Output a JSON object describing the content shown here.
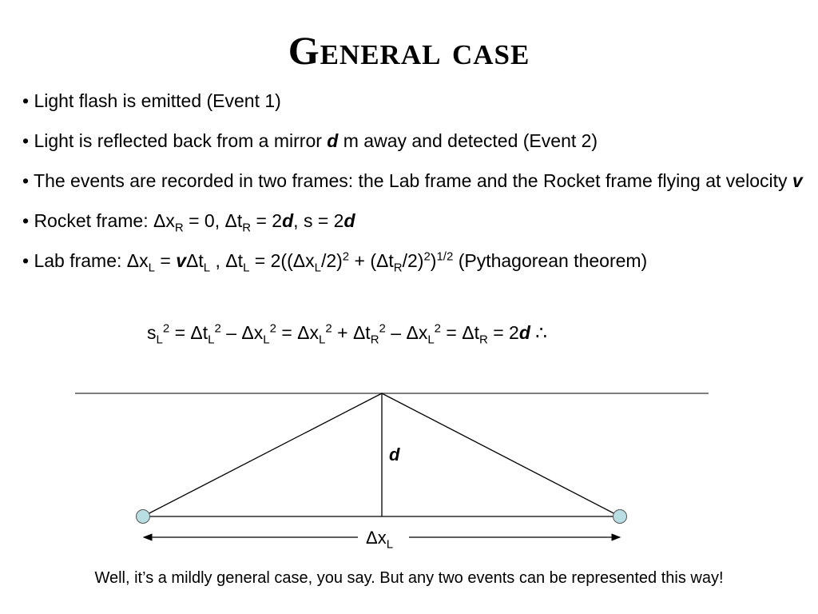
{
  "title": "General case",
  "bullets": {
    "b1": "• Light flash is emitted (Event 1)",
    "b2_a": "• Light is reflected back from a mirror ",
    "b2_d": "d",
    "b2_b": " m away and detected (Event 2)",
    "b3_a": "• The events are recorded in two frames: the Lab frame and the Rocket frame flying at velocity ",
    "b3_v": "v",
    "b4": {
      "prefix": "• Rocket frame: Δx",
      "sub1": "R",
      "mid1": " = 0, Δt",
      "sub2": "R",
      "mid2": " = 2",
      "d1": "d",
      "mid3": ", s = 2",
      "d2": "d"
    },
    "b5": {
      "prefix": "• Lab frame: Δx",
      "sub1": "L",
      "eq1": " = ",
      "v": "v",
      "dt": "Δt",
      "sub2": "L",
      "mid1": " , Δt",
      "sub3": "L",
      "mid2": " = 2((Δx",
      "sub4": "L",
      "mid3": "/2)",
      "sup1": "2",
      "mid4": " + (Δt",
      "sub5": "R",
      "mid5": "/2)",
      "sup2": "2",
      "mid6": ")",
      "sup3": "1/2",
      "tail": " (Pythagorean theorem)"
    }
  },
  "equation": {
    "s": "s",
    "s_sub": "L",
    "s_sup": "2",
    "p1": " = Δt",
    "p1_sub": "L",
    "p1_sup": "2",
    "p2": " – Δx",
    "p2_sub": "L",
    "p2_sup": "2",
    "p3": " = Δx",
    "p3_sub": "L",
    "p3_sup": "2",
    "p4": " + Δt",
    "p4_sub": "R",
    "p4_sup": "2",
    "p5": " – Δx",
    "p5_sub": "L",
    "p5_sup": "2",
    "p6": " = Δt",
    "p6_sub": "R",
    "p7": " = 2",
    "d": "d",
    "therefore": " ∴"
  },
  "diagram": {
    "height_label": "d",
    "base_label": "Δx",
    "base_sub": "L",
    "event_color": "#b8dde3",
    "line_color": "#000000"
  },
  "caption": "Well, it’s a mildly general case, you say. But any two events can be represented this way!"
}
